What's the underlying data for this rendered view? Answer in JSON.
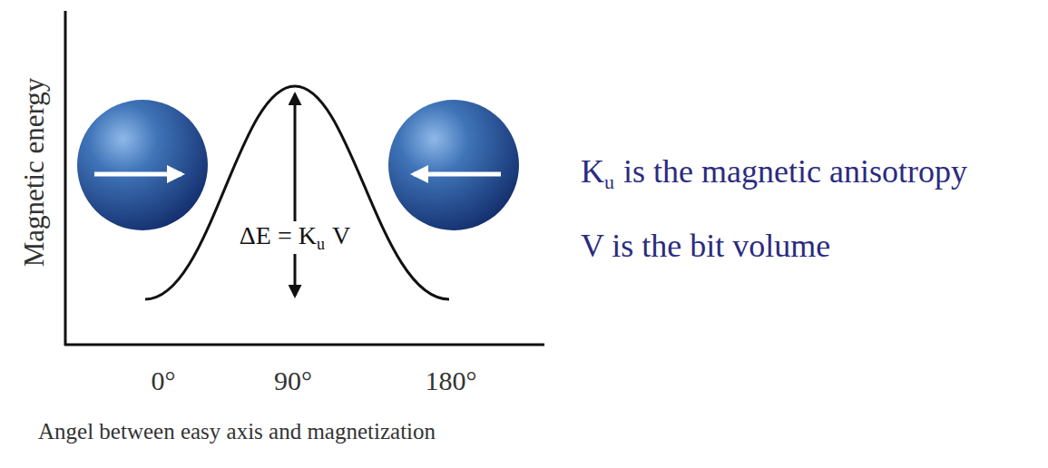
{
  "diagram": {
    "labels": [
      "Magnetic energy",
      "ΔE = K",
      "u",
      "V",
      "0°",
      "90°",
      "180°",
      "Angel between easy axis and magnetization",
      "K",
      "u",
      "is the magnetic anisotropy",
      "V is the bit volume"
    ]
  }
}
